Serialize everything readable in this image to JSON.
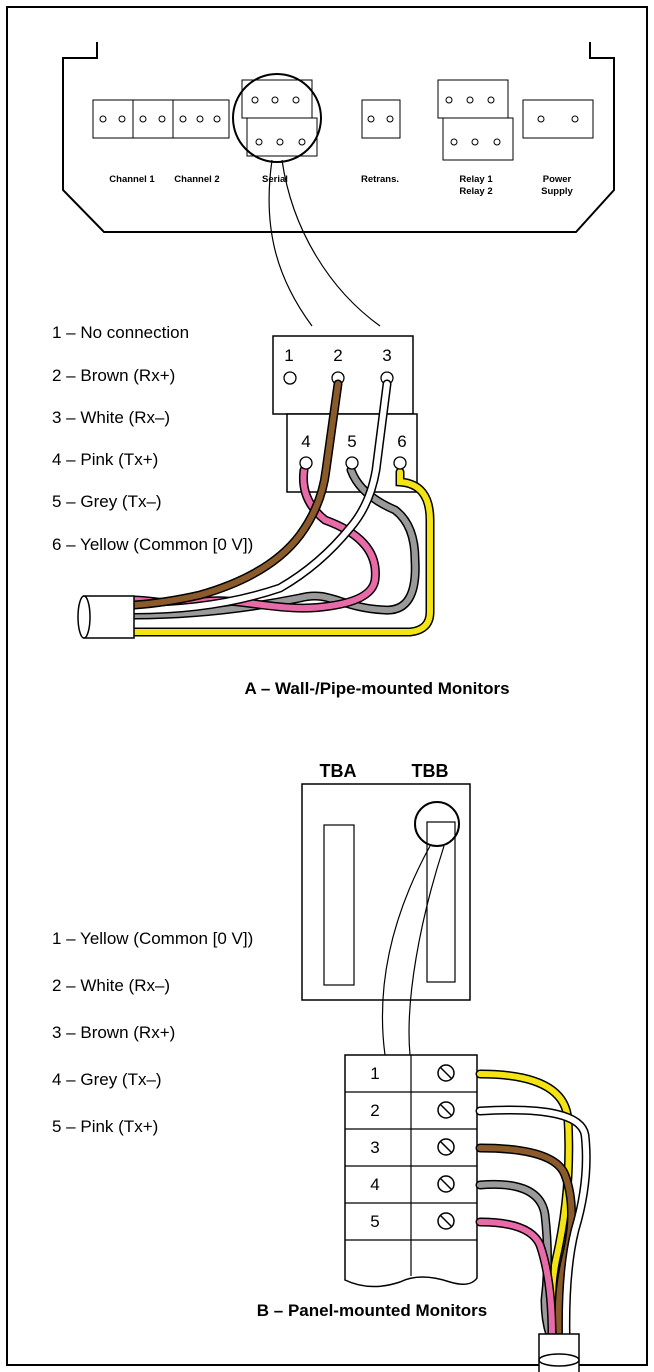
{
  "section_a": {
    "caption": "A – Wall-/Pipe-mounted Monitors",
    "terminal_labels": [
      "Channel 1",
      "Channel 2",
      "Serial",
      "Retrans.",
      "Relay 1",
      "Relay 2",
      "Power",
      "Supply"
    ],
    "pins_top": [
      "1",
      "2",
      "3"
    ],
    "pins_bottom": [
      "4",
      "5",
      "6"
    ],
    "connections": [
      "1 – No connection",
      "2 – Brown (Rx+)",
      "3 – White (Rx–)",
      "4 – Pink (Tx+)",
      "5 – Grey (Tx–)",
      "6 – Yellow (Common [0 V])"
    ]
  },
  "section_b": {
    "caption": "B – Panel-mounted Monitors",
    "block_labels": [
      "TBA",
      "TBB"
    ],
    "terminals": [
      "1",
      "2",
      "3",
      "4",
      "5"
    ],
    "connections": [
      "1 – Yellow (Common [0 V])",
      "2 – White (Rx–)",
      "3 – Brown (Rx+)",
      "4 – Grey (Tx–)",
      "5 – Pink (Tx+)"
    ]
  },
  "wire_colors": {
    "yellow": "#f5e414",
    "brown": "#8b5a2b",
    "pink": "#e86aa8",
    "grey": "#9a9a9a",
    "white": "#ffffff"
  }
}
